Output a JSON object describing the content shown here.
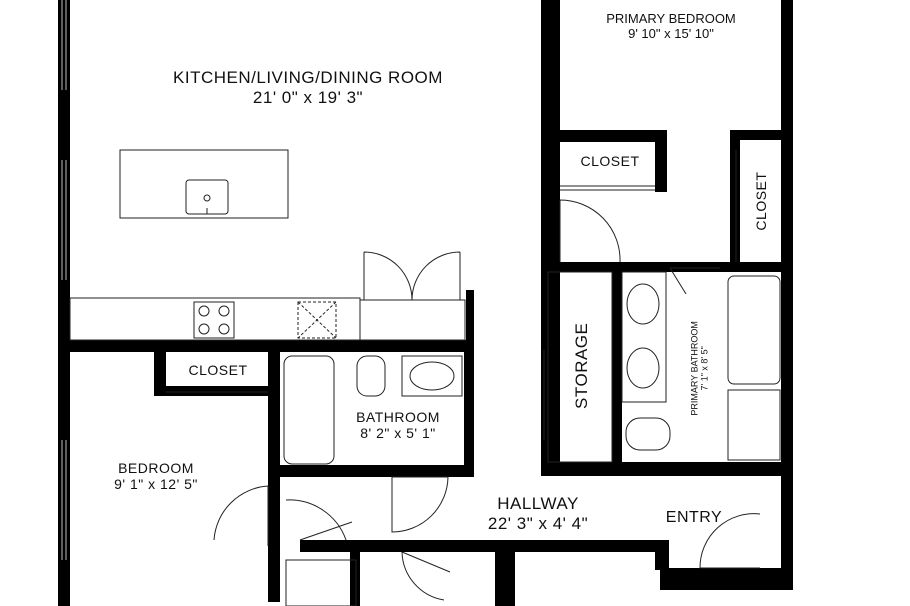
{
  "rooms": {
    "kitchen_living": {
      "name": "KITCHEN/LIVING/DINING ROOM",
      "size": "21' 0\" x 19' 3\""
    },
    "primary_bedroom": {
      "name": "PRIMARY BEDROOM",
      "size": "9' 10\" x 15' 10\""
    },
    "closet_primary": {
      "name": "CLOSET"
    },
    "closet_primary_side": {
      "name": "CLOSET"
    },
    "storage": {
      "name": "STORAGE"
    },
    "primary_bathroom": {
      "name": "PRIMARY BATHROOM",
      "size": "7' 1\" x 8' 5\""
    },
    "closet_bedroom": {
      "name": "CLOSET"
    },
    "bathroom": {
      "name": "BATHROOM",
      "size": "8' 2\" x 5' 1\""
    },
    "bedroom": {
      "name": "BEDROOM",
      "size": "9' 1\" x 12' 5\""
    },
    "hallway": {
      "name": "HALLWAY",
      "size": "22' 3\" x 4' 4\""
    },
    "entry": {
      "name": "ENTRY"
    }
  }
}
